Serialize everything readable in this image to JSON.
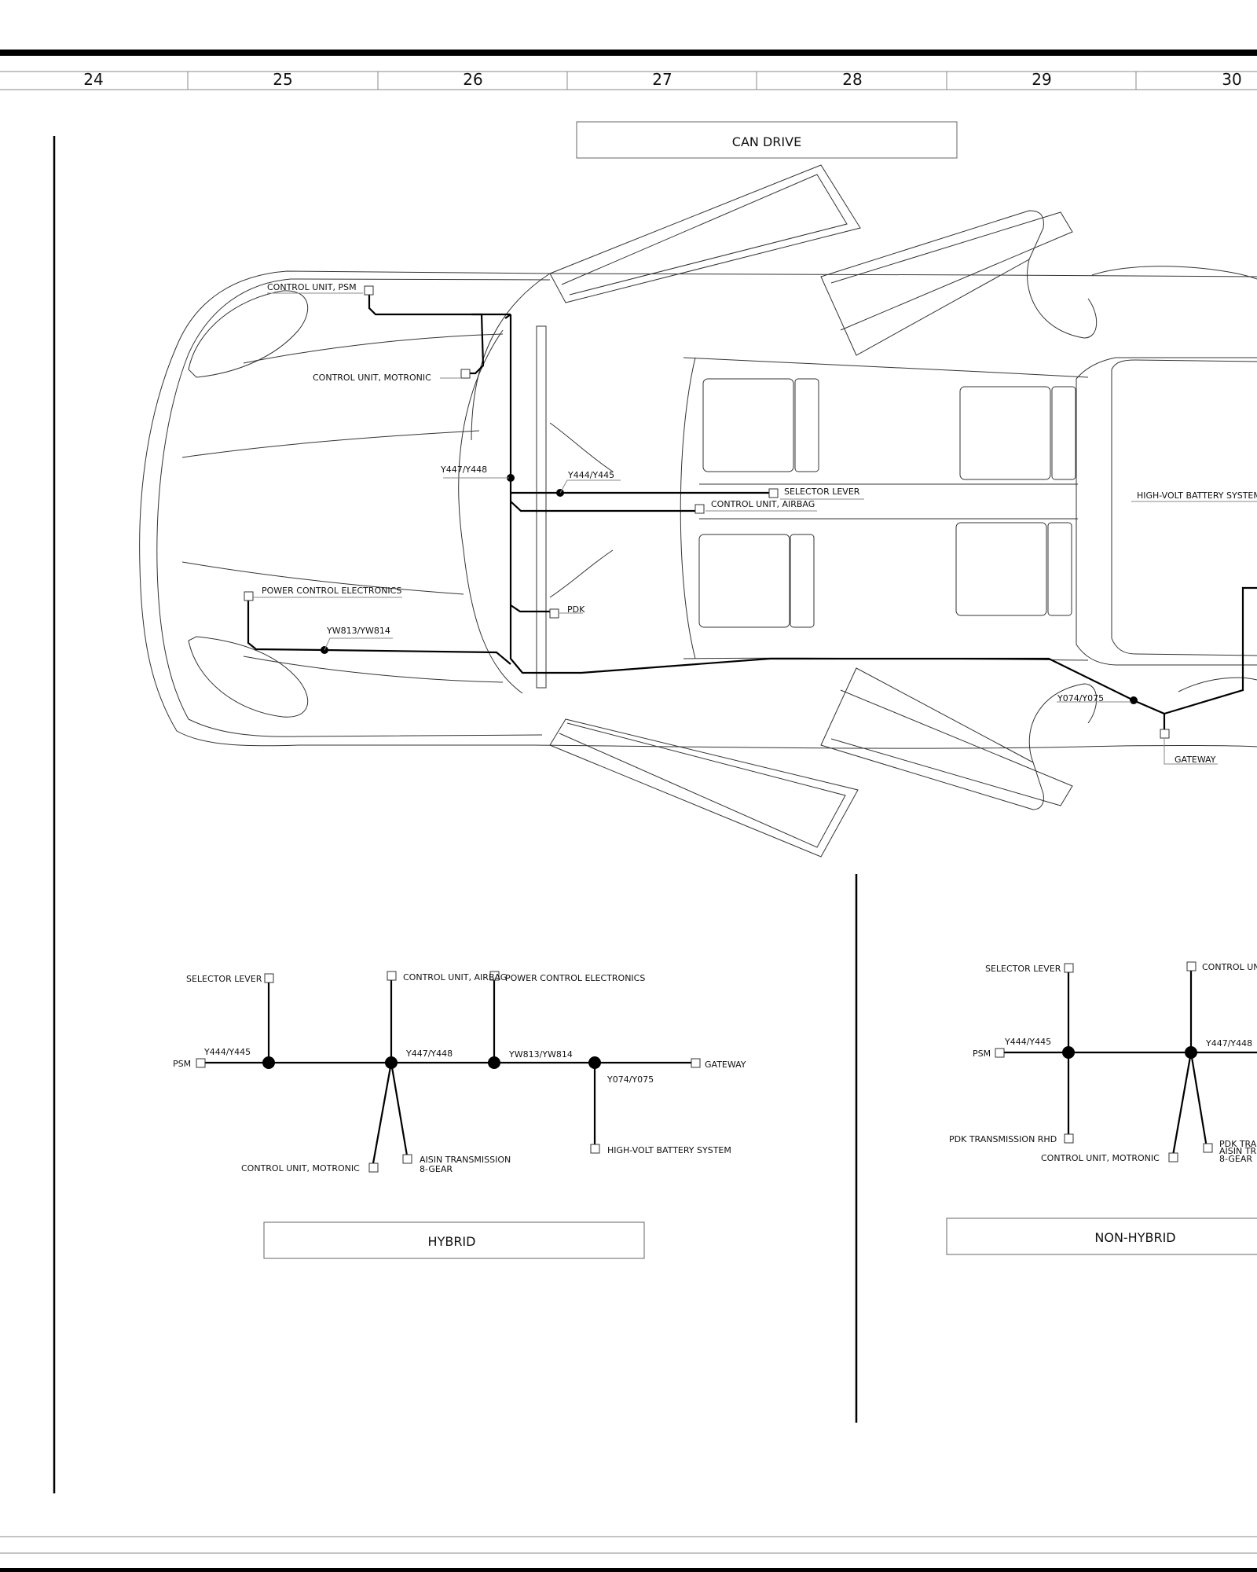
{
  "columns": [
    "24",
    "25",
    "26",
    "27",
    "28",
    "29",
    "30"
  ],
  "titles": {
    "can_drive": "CAN DRIVE",
    "hybrid": "HYBRID",
    "non_hybrid": "NON-HYBRID"
  },
  "car_view": {
    "labels": {
      "psm": "CONTROL UNIT, PSM",
      "motronic": "CONTROL UNIT, MOTRONIC",
      "y447": "Y447/Y448",
      "y444": "Y444/Y445",
      "selector": "SELECTOR LEVER",
      "airbag": "CONTROL UNIT, AIRBAG",
      "hv_battery": "HIGH-VOLT BATTERY SYSTEM",
      "pce": "POWER CONTROL ELECTRONICS",
      "yw813": "YW813/YW814",
      "pdk": "PDK",
      "y074": "Y074/Y075",
      "gateway": "GATEWAY"
    }
  },
  "hybrid": {
    "selector": "SELECTOR LEVER",
    "airbag": "CONTROL UNIT, AIRBAG",
    "pce": "POWER CONTROL ELECTRONICS",
    "y444": "Y444/Y445",
    "psm": "PSM",
    "y447": "Y447/Y448",
    "yw813": "YW813/YW814",
    "gateway": "GATEWAY",
    "y074": "Y074/Y075",
    "hv_battery": "HIGH-VOLT BATTERY SYSTEM",
    "motronic": "CONTROL UNIT, MOTRONIC",
    "aisin_1": "AISIN TRANSMISSION",
    "aisin_2": "8-GEAR"
  },
  "non_hybrid": {
    "selector": "SELECTOR LEVER",
    "control_unit": "CONTROL UN",
    "y444": "Y444/Y445",
    "psm": "PSM",
    "y447": "Y447/Y448",
    "pdk_rhd": "PDK TRANSMISSION RHD",
    "motronic": "CONTROL UNIT, MOTRONIC",
    "pdk_tra": "PDK TRA",
    "aisin_tr": "AISIN TR",
    "gear": "8-GEAR"
  }
}
